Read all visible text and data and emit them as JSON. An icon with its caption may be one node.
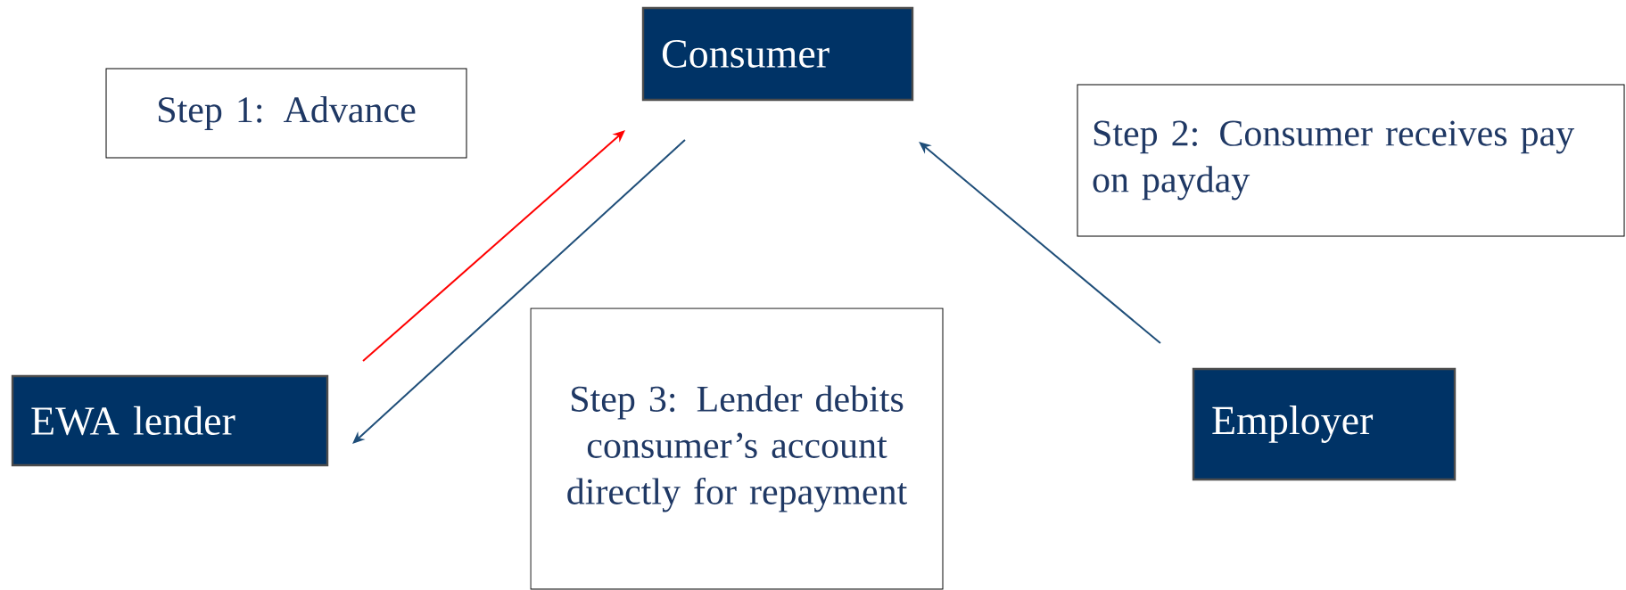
{
  "diagram": {
    "nodes": [
      {
        "text": [
          "Consumer"
        ]
      },
      {
        "text": [
          "EWA lender"
        ]
      },
      {
        "text": [
          "Employer"
        ]
      },
      {
        "text": [
          "Step 1: Advance"
        ]
      },
      {
        "text": [
          "Step 2: Consumer receives pay on payday"
        ]
      },
      {
        "text": [
          "Step 3: Lender debits consumer’s account directly for repayment"
        ]
      }
    ],
    "edges": [
      {
        "from": 1,
        "to": 0,
        "arrow": "to",
        "color": "#ff0000"
      },
      {
        "from": 0,
        "to": 1,
        "arrow": "to"
      },
      {
        "from": 2,
        "to": 0,
        "arrow": "to"
      }
    ]
  }
}
